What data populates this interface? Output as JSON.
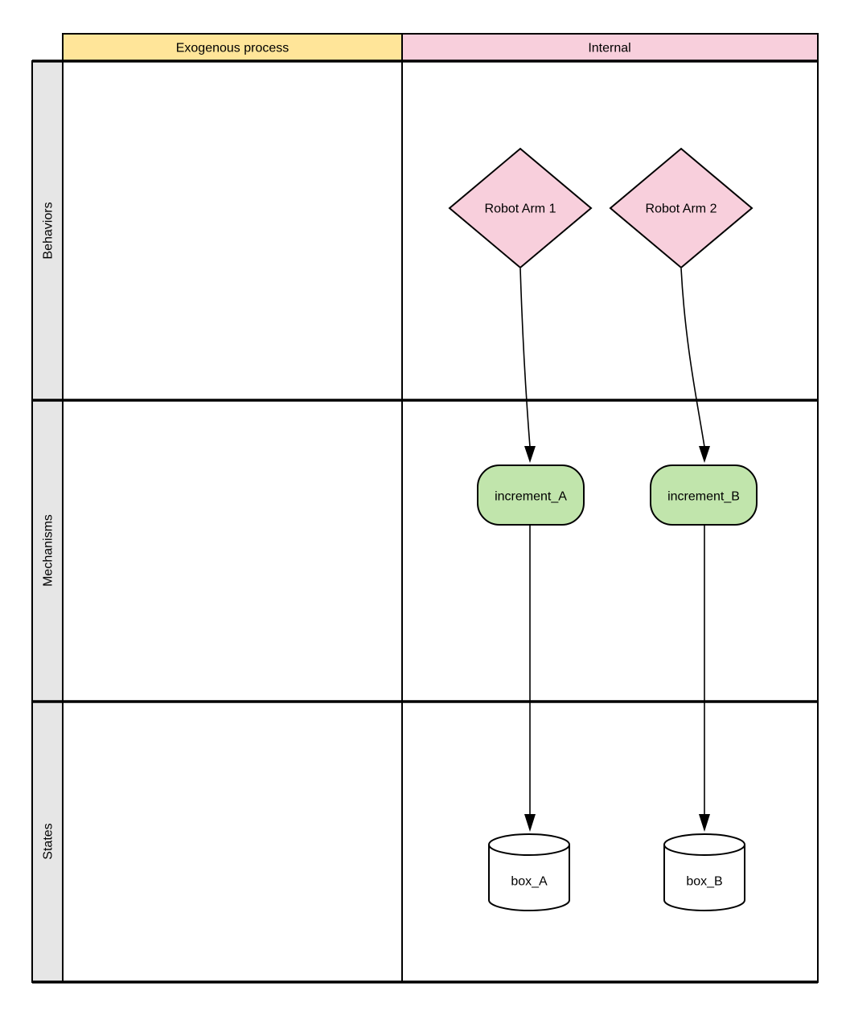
{
  "diagram_type": "swimlane-grid",
  "grid": {
    "column_headers": [
      {
        "label": "Exogenous process",
        "fill": "#FFE599"
      },
      {
        "label": "Internal",
        "fill": "#F8CFDC"
      }
    ],
    "row_headers": [
      {
        "label": "Behaviors",
        "fill": "#E6E6E6"
      },
      {
        "label": "Mechanisms",
        "fill": "#E6E6E6"
      },
      {
        "label": "States",
        "fill": "#E6E6E6"
      }
    ]
  },
  "nodes": [
    {
      "id": "robot_arm_1",
      "label": "Robot Arm 1",
      "shape": "diamond",
      "row": "Behaviors",
      "column": "Internal",
      "fill": "#F8CFDC",
      "stroke": "#000000"
    },
    {
      "id": "robot_arm_2",
      "label": "Robot Arm 2",
      "shape": "diamond",
      "row": "Behaviors",
      "column": "Internal",
      "fill": "#F8CFDC",
      "stroke": "#000000"
    },
    {
      "id": "increment_A",
      "label": "increment_A",
      "shape": "rounded-rectangle",
      "row": "Mechanisms",
      "column": "Internal",
      "fill": "#C1E5AC",
      "stroke": "#000000"
    },
    {
      "id": "increment_B",
      "label": "increment_B",
      "shape": "rounded-rectangle",
      "row": "Mechanisms",
      "column": "Internal",
      "fill": "#C1E5AC",
      "stroke": "#000000"
    },
    {
      "id": "box_A",
      "label": "box_A",
      "shape": "cylinder",
      "row": "States",
      "column": "Internal",
      "fill": "#FFFFFF",
      "stroke": "#000000"
    },
    {
      "id": "box_B",
      "label": "box_B",
      "shape": "cylinder",
      "row": "States",
      "column": "Internal",
      "fill": "#FFFFFF",
      "stroke": "#000000"
    }
  ],
  "edges": [
    {
      "from": "robot_arm_1",
      "to": "increment_A",
      "style": "curved",
      "arrowhead": "solid-triangle"
    },
    {
      "from": "robot_arm_2",
      "to": "increment_B",
      "style": "curved",
      "arrowhead": "solid-triangle"
    },
    {
      "from": "increment_A",
      "to": "box_A",
      "style": "straight",
      "arrowhead": "solid-triangle"
    },
    {
      "from": "increment_B",
      "to": "box_B",
      "style": "straight",
      "arrowhead": "solid-triangle"
    }
  ],
  "colors": {
    "header_yellow": "#FFE599",
    "header_pink": "#F8CFDC",
    "node_pink": "#F8CFDC",
    "node_green": "#C1E5AC",
    "row_label_gray": "#E6E6E6",
    "cell_white": "#FFFFFF",
    "border": "#000000",
    "background": "#FFFFFF"
  }
}
